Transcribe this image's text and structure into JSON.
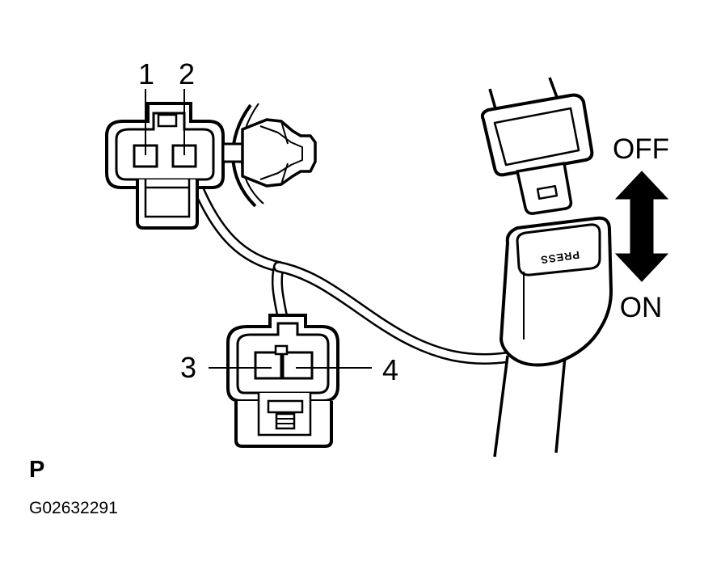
{
  "diagram": {
    "pin_labels": [
      "1",
      "2",
      "3",
      "4"
    ],
    "direction_labels": {
      "off": "OFF",
      "on": "ON"
    },
    "buckle_text": "PRESS",
    "figure_letter": "P",
    "figure_code": "G02632291"
  },
  "colors": {
    "ink": "#000000",
    "paper": "#ffffff"
  },
  "icons": {
    "arrow": "double-headed-vertical-arrow-icon"
  }
}
